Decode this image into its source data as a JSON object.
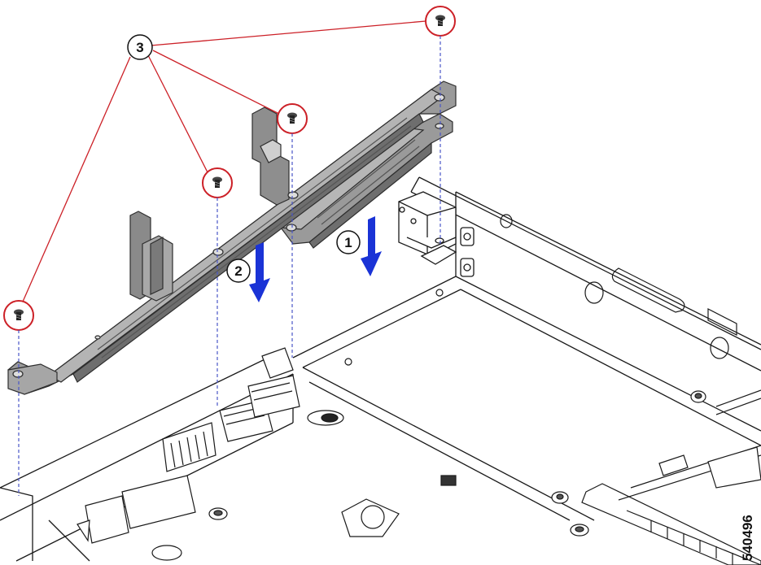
{
  "figure": {
    "id_text": "540496",
    "colors": {
      "bracket_fill": "#9a9a9a",
      "bracket_dark": "#6e6e6e",
      "bracket_edge": "#2e2e2e",
      "chassis_line": "#1a1a1a",
      "leader_red": "#cc2027",
      "arrow_blue": "#1a33d6",
      "dash_blue": "#4a56c8"
    }
  },
  "callouts": {
    "step1": "1",
    "step2": "2",
    "screws": "3"
  }
}
